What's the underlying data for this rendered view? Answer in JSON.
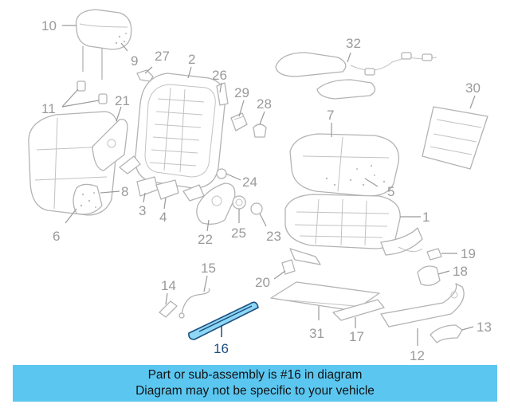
{
  "diagram": {
    "highlighted_part": "16",
    "highlight_color": "#8ed7f5",
    "banner_color": "#5bc7f1",
    "callouts": [
      "1",
      "2",
      "3",
      "4",
      "5",
      "6",
      "7",
      "8",
      "9",
      "10",
      "11",
      "12",
      "13",
      "14",
      "15",
      "16",
      "17",
      "18",
      "19",
      "20",
      "21",
      "22",
      "23",
      "24",
      "25",
      "26",
      "27",
      "28",
      "29",
      "30",
      "31",
      "32"
    ]
  },
  "banner": {
    "line1": "Part or sub-assembly is #16 in diagram",
    "line2": "Diagram may not be specific to your vehicle"
  }
}
